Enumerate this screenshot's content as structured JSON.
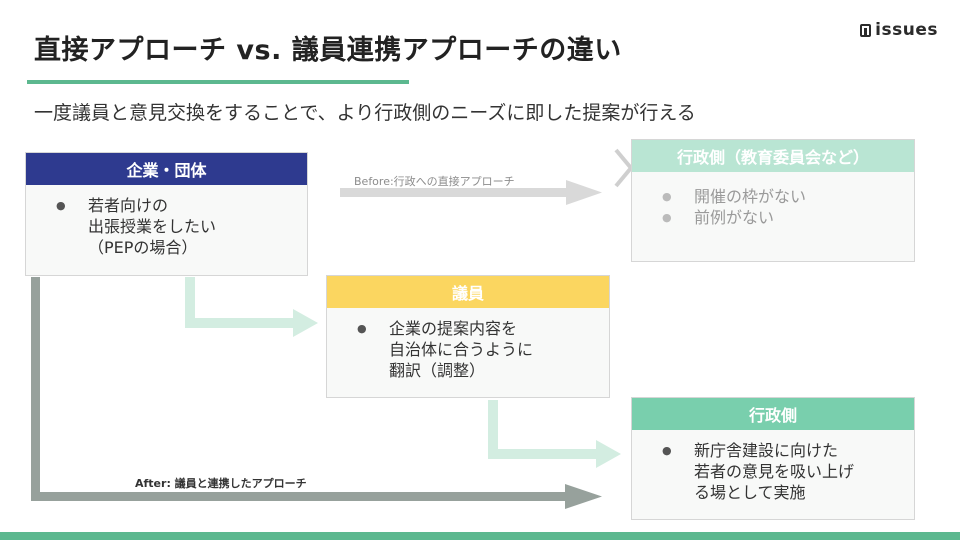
{
  "header": {
    "title": "直接アプローチ vs. 議員連携アプローチの違い",
    "subtitle": "一度議員と意見交換をすることで、より行政側のニーズに即した提案が行える",
    "logo_text": "issues"
  },
  "boxes": {
    "company": {
      "title": "企業・団体",
      "items": [
        "若者向けの\n出張授業をしたい\n（PEPの場合）"
      ],
      "color": "#2e3a8f"
    },
    "gov_before": {
      "title": "行政側（教育委員会など）",
      "items": [
        "開催の枠がない",
        "前例がない"
      ],
      "color": "#b9e5d3"
    },
    "member": {
      "title": "議員",
      "items": [
        "企業の提案内容を\n自治体に合うように\n翻訳（調整）"
      ],
      "color": "#fbd660"
    },
    "gov_after": {
      "title": "行政側",
      "items": [
        "新庁舎建設に向けた\n若者の意見を吸い上げ\nる場として実施"
      ],
      "color": "#79cfad"
    }
  },
  "arrows": {
    "before_label": "Before:行政への直接アプローチ",
    "after_label": "After: 議員と連携したアプローチ"
  },
  "colors": {
    "accent": "#5cb88f",
    "before_arrow": "#d9d9d9",
    "after_arrow": "#97a19c",
    "member_arrow": "#d3ede1",
    "cross": "#cfcfcf"
  }
}
